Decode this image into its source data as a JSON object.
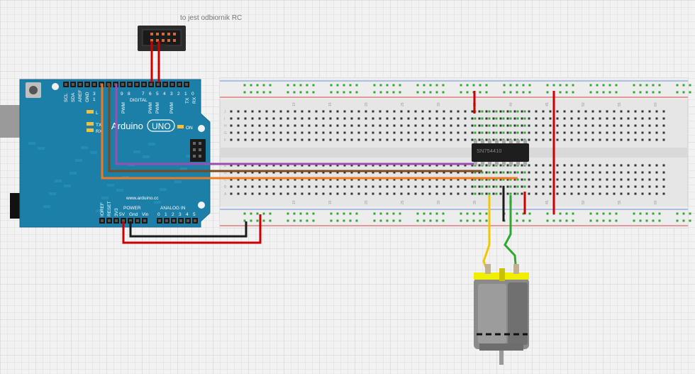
{
  "annotation": "to jest odbiornik RC",
  "arduino": {
    "brand": "Arduino",
    "model": "UNO",
    "on_label": "ON",
    "url": "www.arduino.cc",
    "digital_label": "DIGITAL",
    "power_label": "POWER",
    "analog_label": "ANALOG IN",
    "pin_labels_top": [
      "SCL",
      "SDA",
      "AREF",
      "GND"
    ],
    "digital_numbers": [
      "9",
      "8",
      "7",
      "6",
      "5",
      "4",
      "3",
      "2",
      "1",
      "0"
    ],
    "pwm": "PWM",
    "tx": "TX",
    "rx": "RX",
    "power_pins": [
      "IOREF",
      "RESET",
      "3V3",
      "5V",
      "Gnd",
      "Vin"
    ],
    "analog_numbers": [
      "0",
      "1",
      "2",
      "3",
      "4",
      "5"
    ],
    "l_label": "L",
    "tx_led": "TX",
    "rx_led": "RX"
  },
  "chip": {
    "label": "SN754410"
  },
  "breadboard": {
    "column_numbers": [
      "10",
      "15",
      "20",
      "25",
      "30",
      "35",
      "40",
      "45",
      "50",
      "55",
      "60"
    ],
    "row_letters_top": [
      "J",
      "I",
      "H",
      "G",
      "F"
    ],
    "row_letters_bottom": [
      "E",
      "D",
      "C",
      "B",
      "A"
    ]
  },
  "colors": {
    "grid_bg": "#f2f2f2",
    "grid_line": "#dddddd",
    "arduino_board": "#1b7fa8",
    "breadboard": "#e8e8e8",
    "wire_red": "#cc0000",
    "wire_black": "#1a1a1a",
    "wire_purple": "#9b4fb3",
    "wire_brown": "#7a4a1e",
    "wire_orange": "#f07a1e",
    "wire_yellow": "#f0c800",
    "wire_green": "#2fa82f",
    "motor_body": "#8a8a8a",
    "motor_cap": "#f2ee00"
  }
}
